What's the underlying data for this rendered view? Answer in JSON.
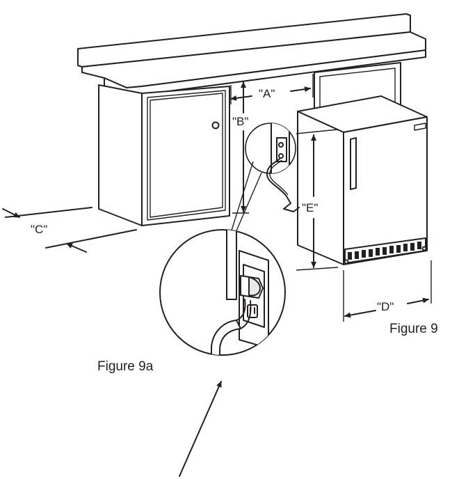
{
  "diagram": {
    "labels": {
      "a": "\"A\"",
      "b": "\"B\"",
      "c": "\"C\"",
      "d": "\"D\"",
      "e": "\"E\""
    },
    "captions": {
      "main": "Figure 9",
      "detail": "Figure 9a"
    }
  },
  "colors": {
    "ink": "#231f20",
    "background": "#ffffff"
  }
}
